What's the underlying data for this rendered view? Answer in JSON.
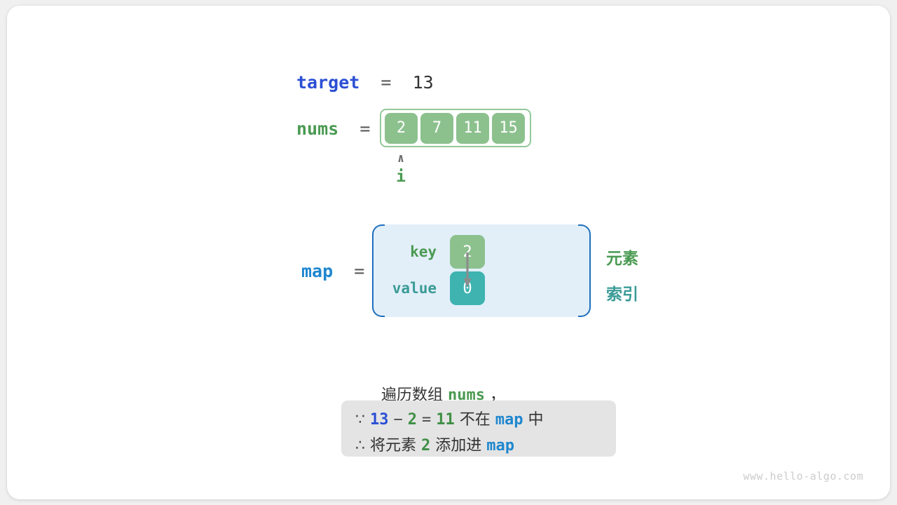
{
  "canvas": {
    "watermark": "www.hello-algo.com",
    "bg_color": "#f0f0f0",
    "card_color": "#ffffff"
  },
  "target": {
    "name": "target",
    "equals": "=",
    "value": "13"
  },
  "nums": {
    "name": "nums",
    "equals": "=",
    "cells": [
      "2",
      "7",
      "11",
      "15"
    ],
    "cell_color": "#8cc18e",
    "border_color": "#93c99a",
    "pointer": {
      "caret": "∧",
      "label": "i",
      "index": 0
    }
  },
  "map": {
    "name": "map",
    "equals": "=",
    "key_label": "key",
    "value_label": "value",
    "key_cell": "2",
    "value_cell": "0",
    "key_color": "#8cc18e",
    "value_color": "#3eb3b0",
    "box_fill": "#e2eff9",
    "bracket_color": "#1e6fbd",
    "side_labels": {
      "element": "元素",
      "index": "索引"
    }
  },
  "caption": {
    "prefix": "遍历数组 ",
    "var": "nums",
    "suffix": " ，"
  },
  "note": {
    "line1": {
      "because_symbol": "∵",
      "a": "13",
      "minus": "−",
      "b": "2",
      "equals": "=",
      "result": "11",
      "text_mid": "不在",
      "map": "map",
      "text_end": "中"
    },
    "line2": {
      "therefore_symbol": "∴",
      "text_start": "将元素",
      "element": "2",
      "text_mid": "添加进",
      "map": "map"
    },
    "bg_color": "#e4e4e4"
  }
}
